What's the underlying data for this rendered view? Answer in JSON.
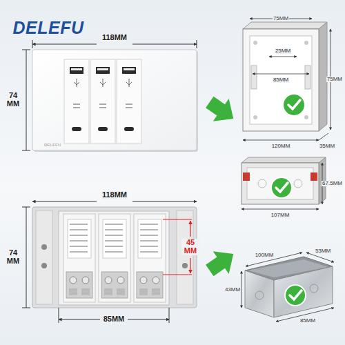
{
  "diagram": {
    "labels": [
      "DELEFU",
      "118MM",
      "74 MM",
      "DELEFU",
      "118MM",
      "74 MM",
      "45 MM",
      "85MM",
      "75MM",
      "25MM",
      "85MM",
      "75MM",
      "120MM",
      "35MM",
      "67.5MM",
      "107MM",
      "100MM",
      "53MM",
      "43MM",
      "85MM"
    ]
  }
}
